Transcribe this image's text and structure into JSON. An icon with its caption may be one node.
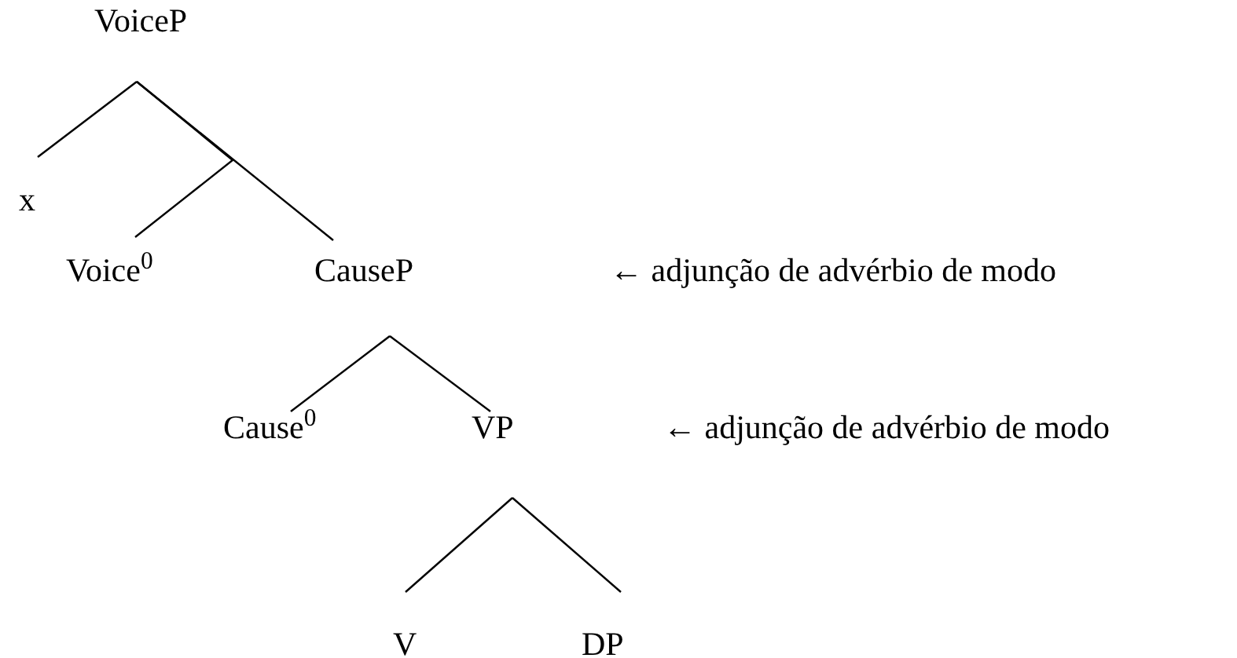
{
  "diagram": {
    "nodes": [
      {
        "text": [
          "VoiceP"
        ]
      },
      {
        "text": [
          "x"
        ]
      },
      {
        "text": [
          "Voice$^{0}$"
        ]
      },
      {
        "text": [
          "CauseP"
        ]
      },
      {
        "text": [
          "Cause$^{0}$"
        ]
      },
      {
        "text": [
          "VP"
        ]
      },
      {
        "text": [
          "V"
        ]
      },
      {
        "text": [
          "DP"
        ]
      }
    ],
    "edges": [
      {
        "from": 0,
        "to": 1,
        "arrow": "none"
      },
      {
        "from": 0,
        "to": 2,
        "arrow": "none"
      },
      {
        "from": 0,
        "to": 3,
        "arrow": "none"
      },
      {
        "from": 3,
        "to": 4,
        "arrow": "none"
      },
      {
        "from": 3,
        "to": 5,
        "arrow": "none"
      },
      {
        "from": 5,
        "to": 6,
        "arrow": "none"
      },
      {
        "from": 5,
        "to": 7,
        "arrow": "none"
      }
    ],
    "labels": [
      "← adjunção de advérbio de modo",
      "← adjunção de advérbio de modo"
    ]
  }
}
